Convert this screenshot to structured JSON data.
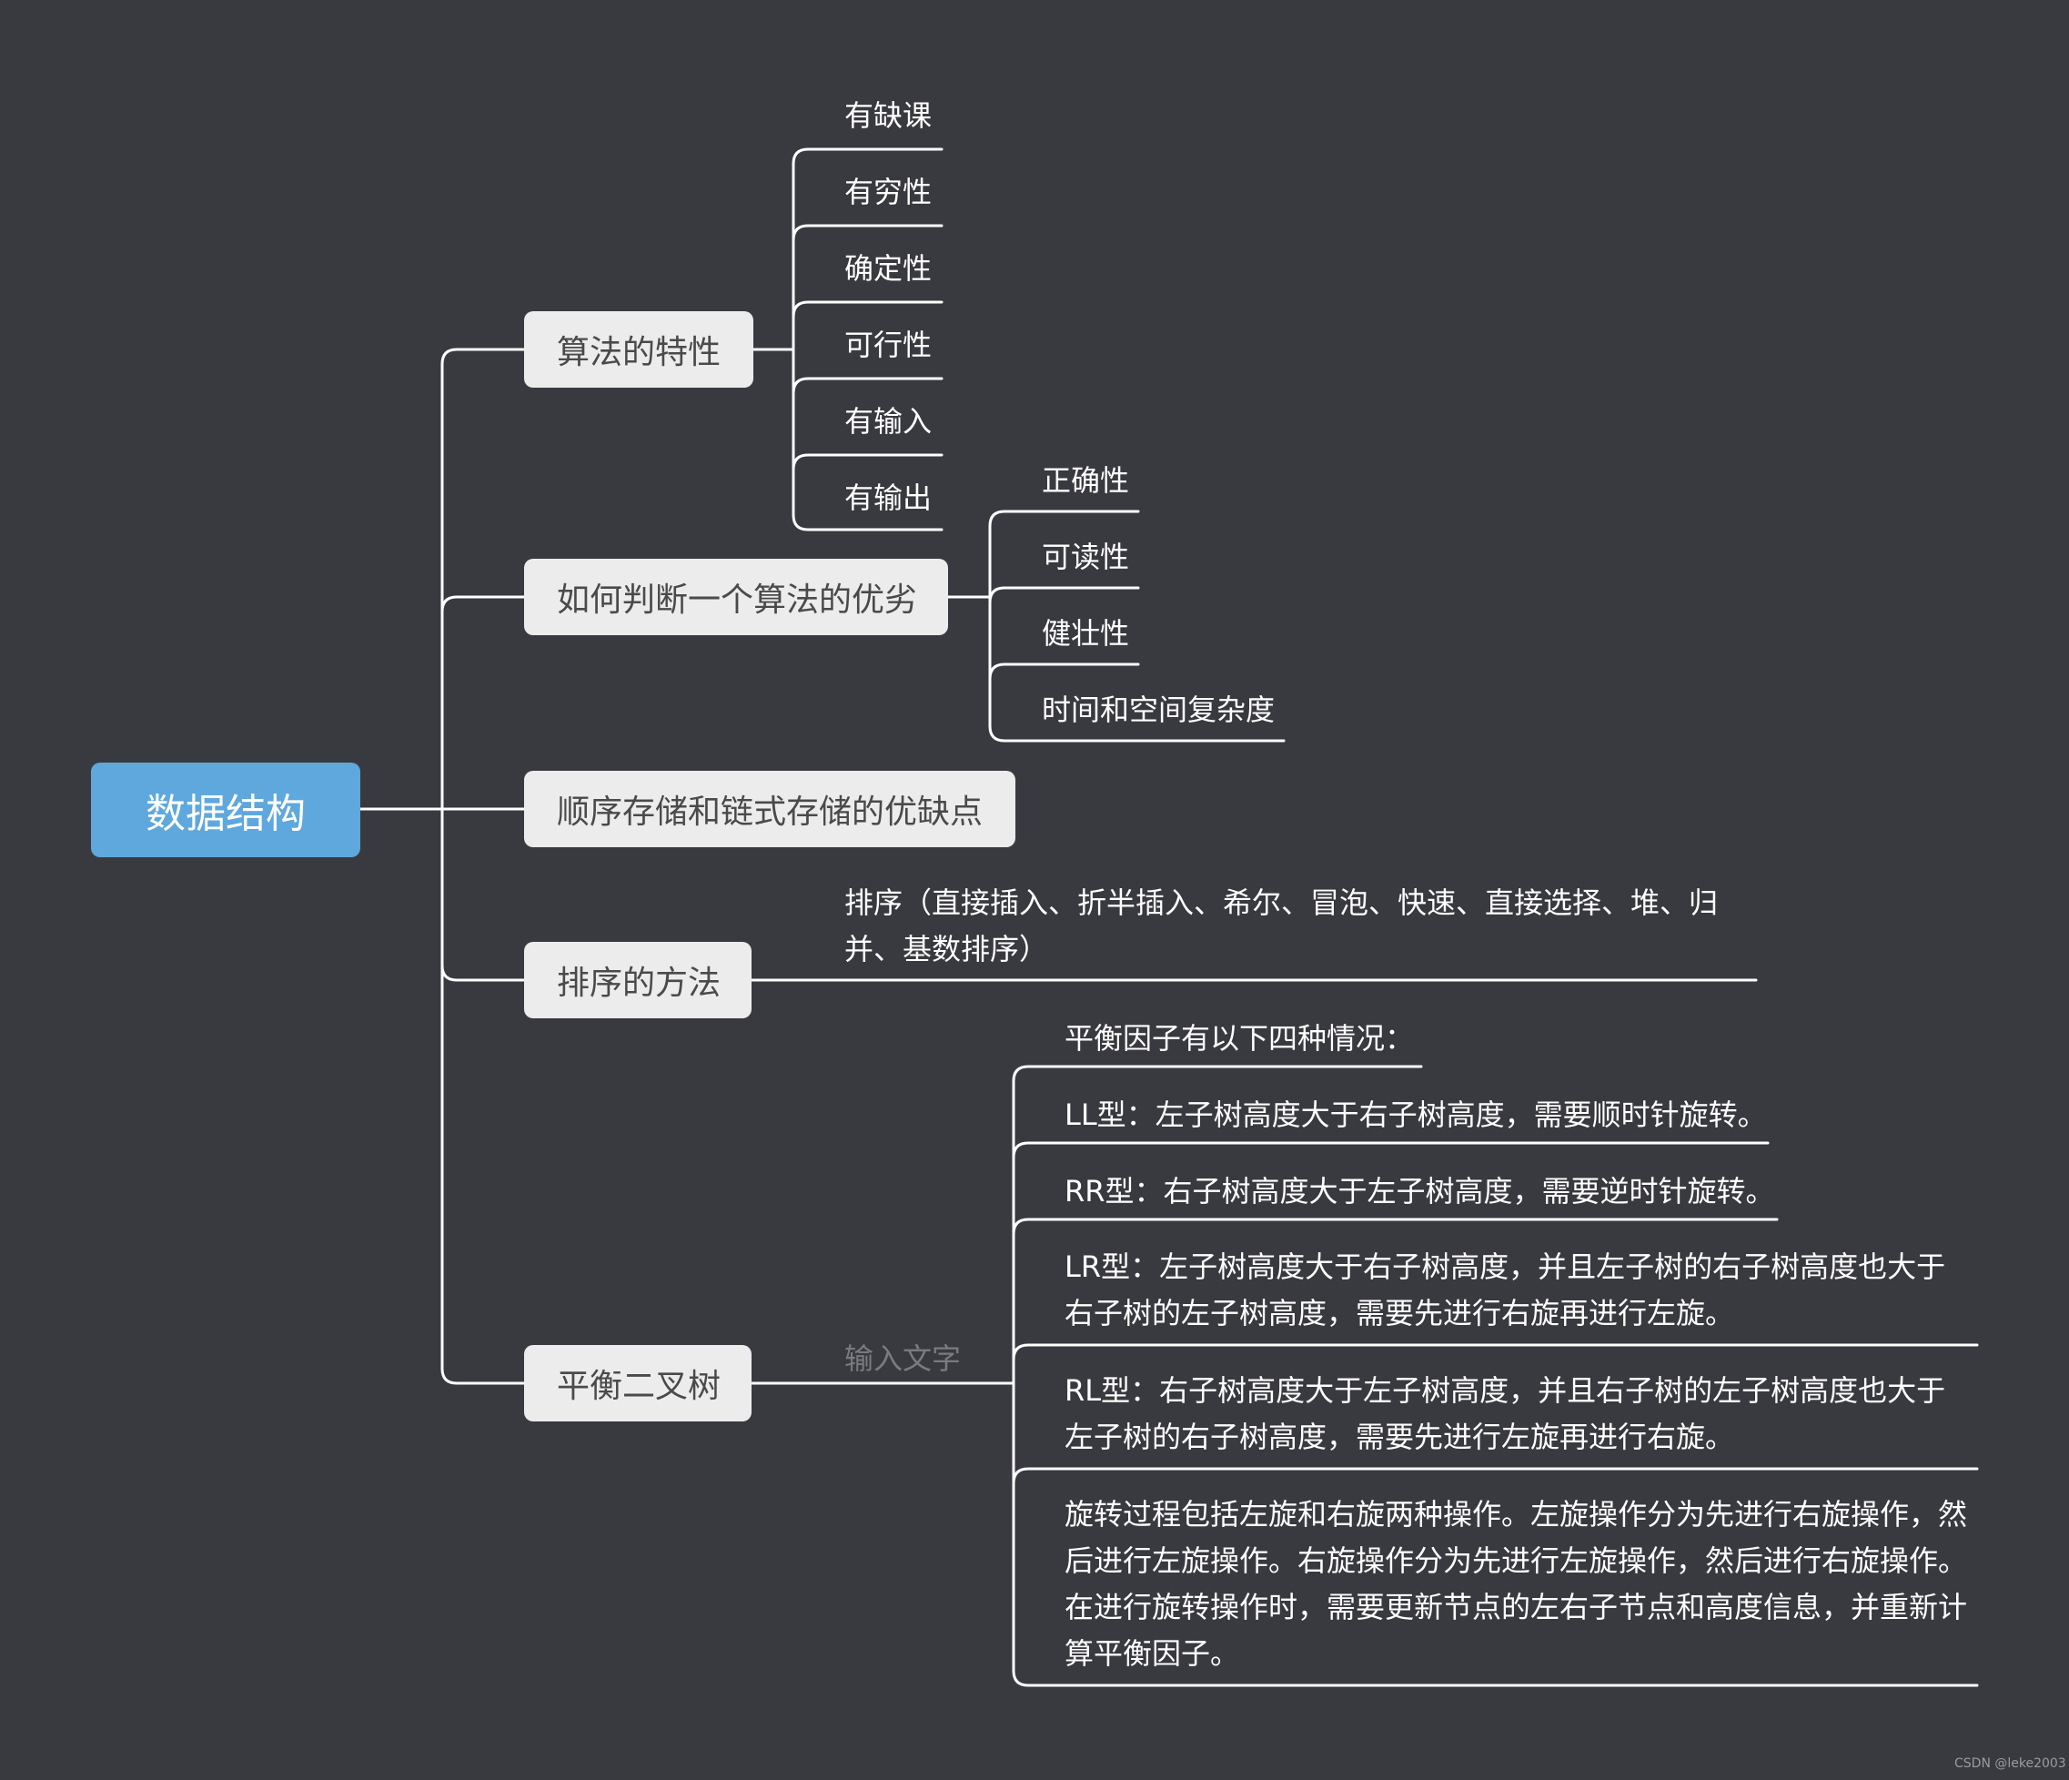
{
  "root": {
    "label": "数据结构"
  },
  "branches": [
    {
      "label": "算法的特性",
      "children": [
        "有缺课",
        "有穷性",
        "确定性",
        "可行性",
        "有输入",
        "有输出"
      ]
    },
    {
      "label": "如何判断一个算法的优劣",
      "children": [
        "正确性",
        "可读性",
        "健壮性",
        "时间和空间复杂度"
      ]
    },
    {
      "label": "顺序存储和链式存储的优缺点",
      "children": []
    },
    {
      "label": "排序的方法",
      "children": [
        "排序（直接插入、折半插入、希尔、冒泡、快速、直接选择、堆、归并、基数排序）"
      ]
    },
    {
      "label": "平衡二叉树",
      "placeholder": "输入文字",
      "children": [
        "平衡因子有以下四种情况：",
        "LL型：左子树高度大于右子树高度，需要顺时针旋转。",
        "RR型：右子树高度大于左子树高度，需要逆时针旋转。",
        "LR型：左子树高度大于右子树高度，并且左子树的右子树高度也大于右子树的左子树高度，需要先进行右旋再进行左旋。",
        "RL型：右子树高度大于左子树高度，并且右子树的左子树高度也大于左子树的右子树高度，需要先进行左旋再进行右旋。",
        "旋转过程包括左旋和右旋两种操作。左旋操作分为先进行右旋操作，然后进行左旋操作。右旋操作分为先进行左旋操作，然后进行右旋操作。在进行旋转操作时，需要更新节点的左右子节点和高度信息，并重新计算平衡因子。"
      ]
    }
  ],
  "watermark": "CSDN @leke2003",
  "colors": {
    "background": "#393a3f",
    "root_fill": "#5ea8dd",
    "branch_fill": "#ececec",
    "line": "#ffffff"
  }
}
